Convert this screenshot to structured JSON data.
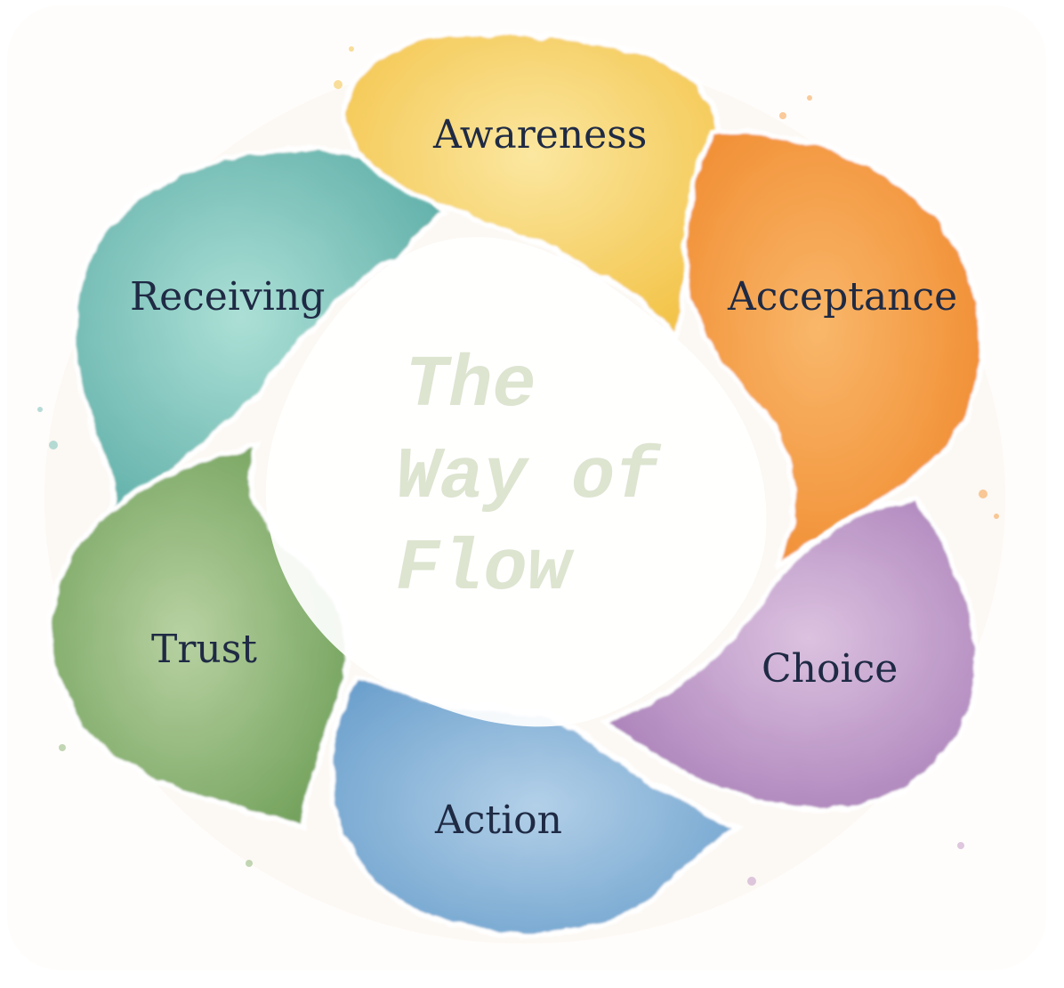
{
  "title": {
    "line1": "The",
    "line2": "Way of",
    "line3": "Flow"
  },
  "stages": [
    {
      "label": "Awareness",
      "color": "#f7d26a"
    },
    {
      "label": "Acceptance",
      "color": "#f5a04a"
    },
    {
      "label": "Choice",
      "color": "#c39bc9"
    },
    {
      "label": "Action",
      "color": "#85b3d6"
    },
    {
      "label": "Trust",
      "color": "#8fb77a"
    },
    {
      "label": "Receiving",
      "color": "#7cc1b9"
    }
  ]
}
